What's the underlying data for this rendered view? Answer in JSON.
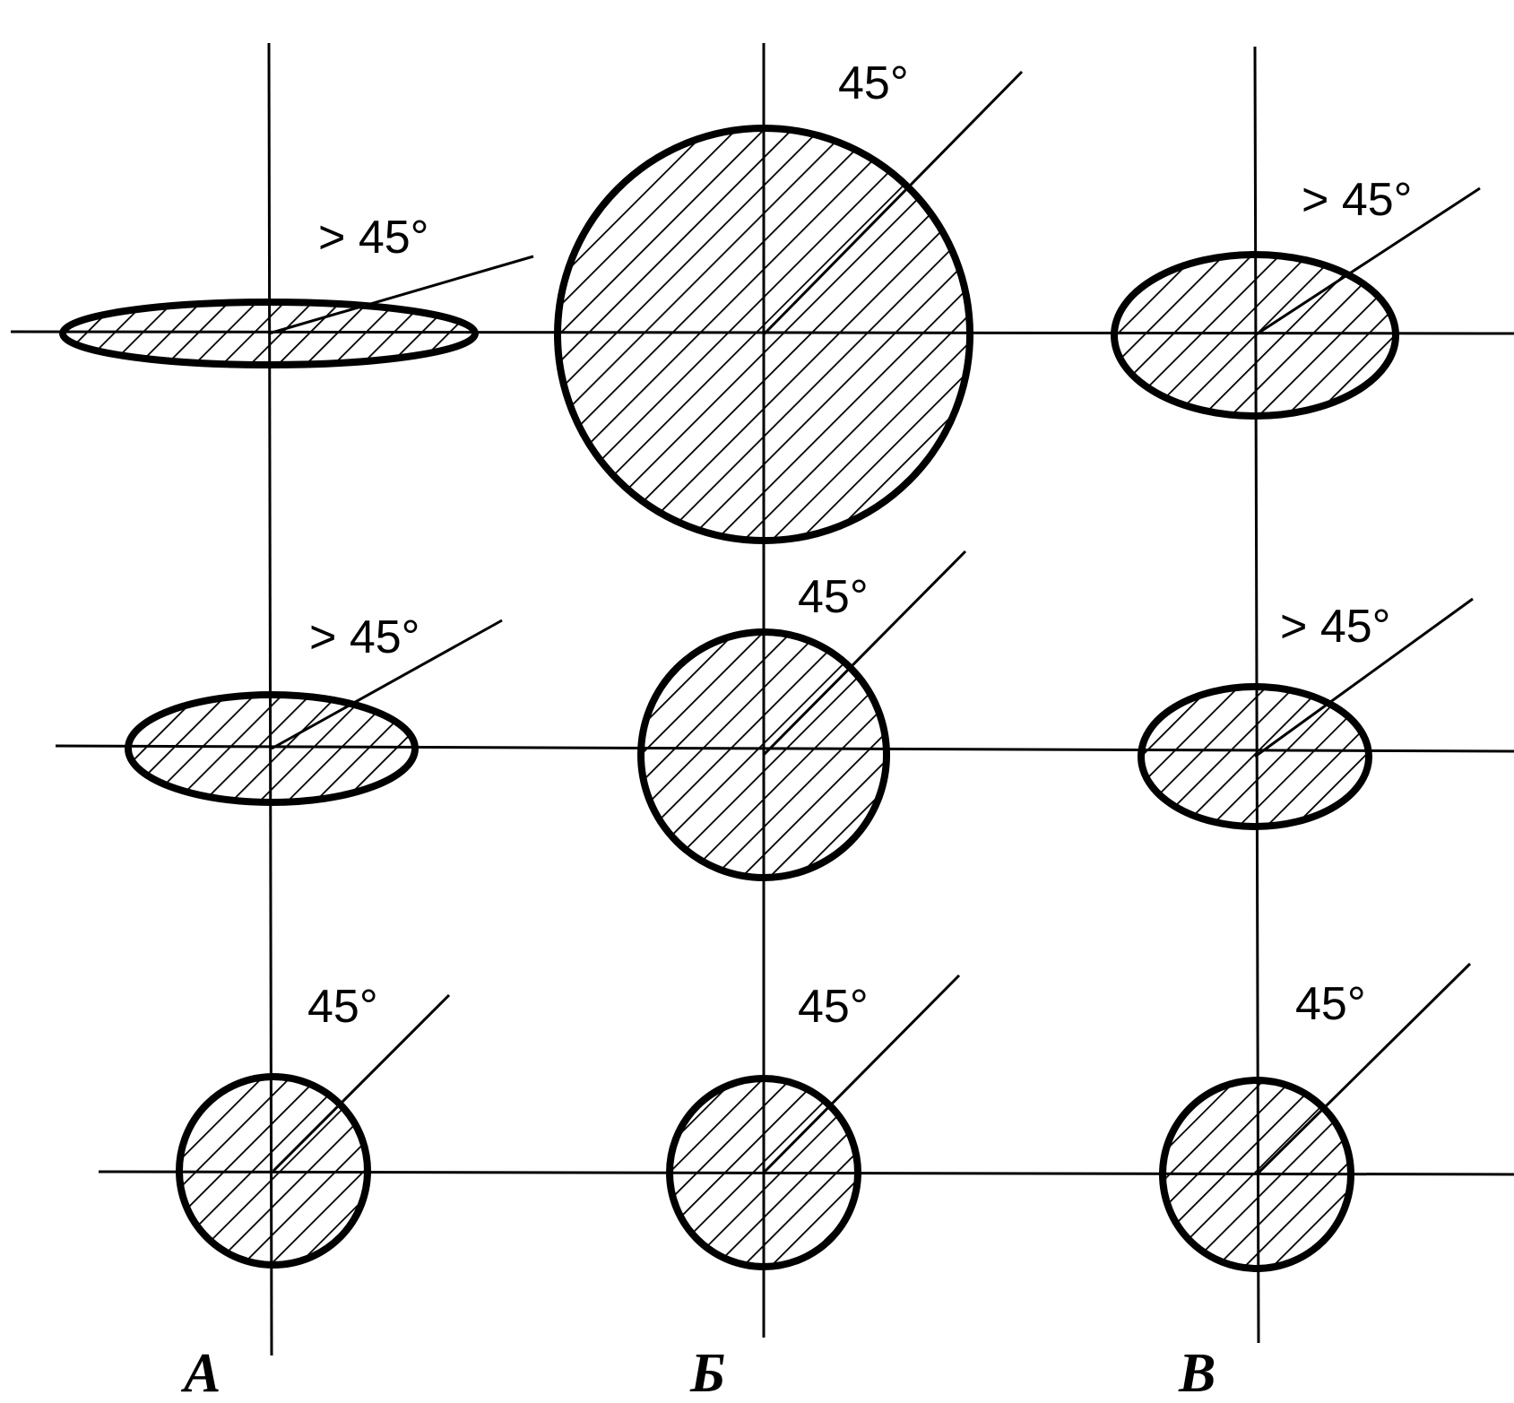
{
  "column_labels": [
    "А",
    "Б",
    "В"
  ],
  "angle_labels": {
    "row1": [
      "> 45°",
      "45°",
      "> 45°"
    ],
    "row2": [
      "> 45°",
      "45°",
      "> 45°"
    ],
    "row3": [
      "45°",
      "45°",
      "45°"
    ]
  },
  "colors": {
    "ink": "#000000",
    "background": "#ffffff"
  }
}
